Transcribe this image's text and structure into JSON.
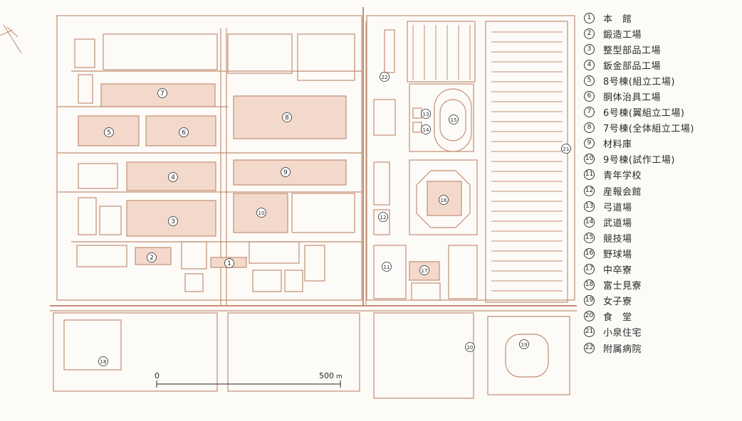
{
  "map": {
    "colors": {
      "line": "#c48e72",
      "fill": "#f3d9cc",
      "ink": "#2a2a2a",
      "background": "#fdfbf8"
    },
    "scale": {
      "zero_label": "0",
      "end_label": "500",
      "unit": "m"
    }
  },
  "legend": {
    "items": [
      {
        "num": "1",
        "label": "本　館"
      },
      {
        "num": "2",
        "label": "鍛造工場"
      },
      {
        "num": "3",
        "label": "整型部品工場"
      },
      {
        "num": "4",
        "label": "鈑金部品工場"
      },
      {
        "num": "5",
        "label": "8号棟(組立工場)"
      },
      {
        "num": "6",
        "label": "胴体治具工場"
      },
      {
        "num": "7",
        "label": "6号棟(翼組立工場)"
      },
      {
        "num": "8",
        "label": "7号棟(全体組立工場)"
      },
      {
        "num": "9",
        "label": "材料庫"
      },
      {
        "num": "10",
        "label": "9号棟(試作工場)"
      },
      {
        "num": "11",
        "label": "青年学校"
      },
      {
        "num": "12",
        "label": "産報会館"
      },
      {
        "num": "13",
        "label": "弓道場"
      },
      {
        "num": "14",
        "label": "武道場"
      },
      {
        "num": "15",
        "label": "競技場"
      },
      {
        "num": "16",
        "label": "野球場"
      },
      {
        "num": "17",
        "label": "中卒寮"
      },
      {
        "num": "18",
        "label": "富士見寮"
      },
      {
        "num": "19",
        "label": "女子寮"
      },
      {
        "num": "20",
        "label": "食　堂"
      },
      {
        "num": "21",
        "label": "小泉住宅"
      },
      {
        "num": "22",
        "label": "附属病院"
      }
    ]
  }
}
